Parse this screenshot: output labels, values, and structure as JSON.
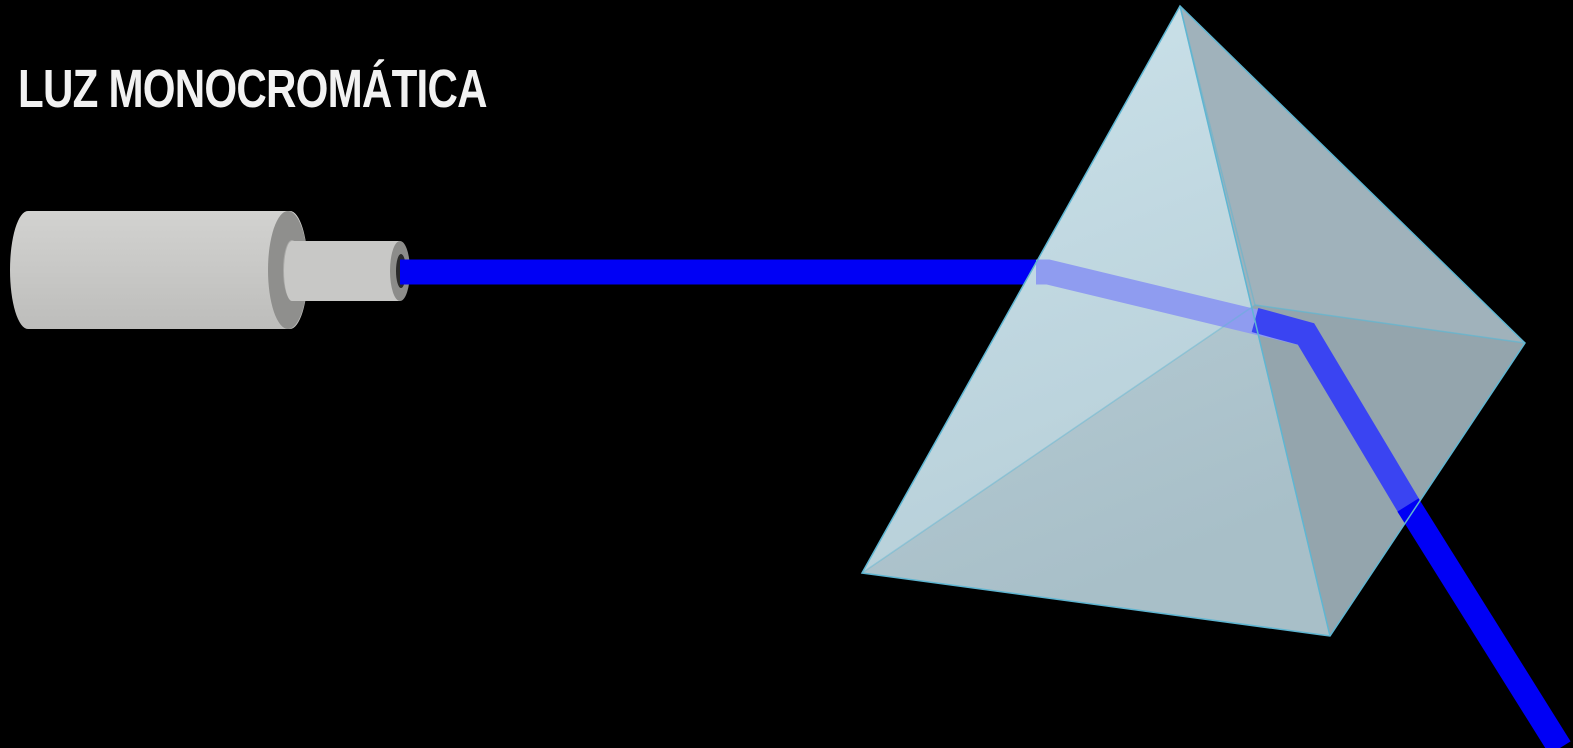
{
  "title": "LUZ MONOCROMÁTICA",
  "colors": {
    "background": "#000000",
    "beam": "#0000f5",
    "beam_inside": "#8f9cf0",
    "prism_fill": "#c9e4ee",
    "prism_edge": "#5fb6d2",
    "emitter_body": "#c8c8c6",
    "emitter_shade": "#8c8c8a"
  },
  "components": {
    "light_source": "light-emitter-icon",
    "prism": "pyramid-prism",
    "beam": "monochromatic-light-beam"
  }
}
